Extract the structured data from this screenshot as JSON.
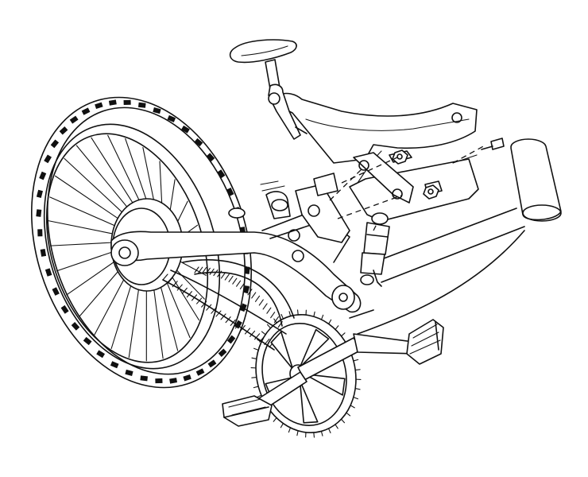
{
  "figure": {
    "palette": {
      "line": "#111111",
      "background": "#ffffff"
    },
    "parts": [
      {
        "id": "saddle"
      },
      {
        "id": "seat-post"
      },
      {
        "id": "top-tube"
      },
      {
        "id": "head-tube"
      },
      {
        "id": "down-tube"
      },
      {
        "id": "rear-shock"
      },
      {
        "id": "swing-arm"
      },
      {
        "id": "rear-wheel"
      },
      {
        "id": "chain"
      },
      {
        "id": "chainring"
      },
      {
        "id": "left-pedal"
      },
      {
        "id": "right-pedal"
      },
      {
        "id": "mounting-plate"
      },
      {
        "id": "bolt"
      },
      {
        "id": "nut"
      }
    ],
    "wheel": {
      "spoke_count": 28,
      "tread_blocks": 44
    },
    "chainring": {
      "tooth_count": 40,
      "spider_arms": 5
    },
    "chain": {
      "link_count": 46
    }
  }
}
